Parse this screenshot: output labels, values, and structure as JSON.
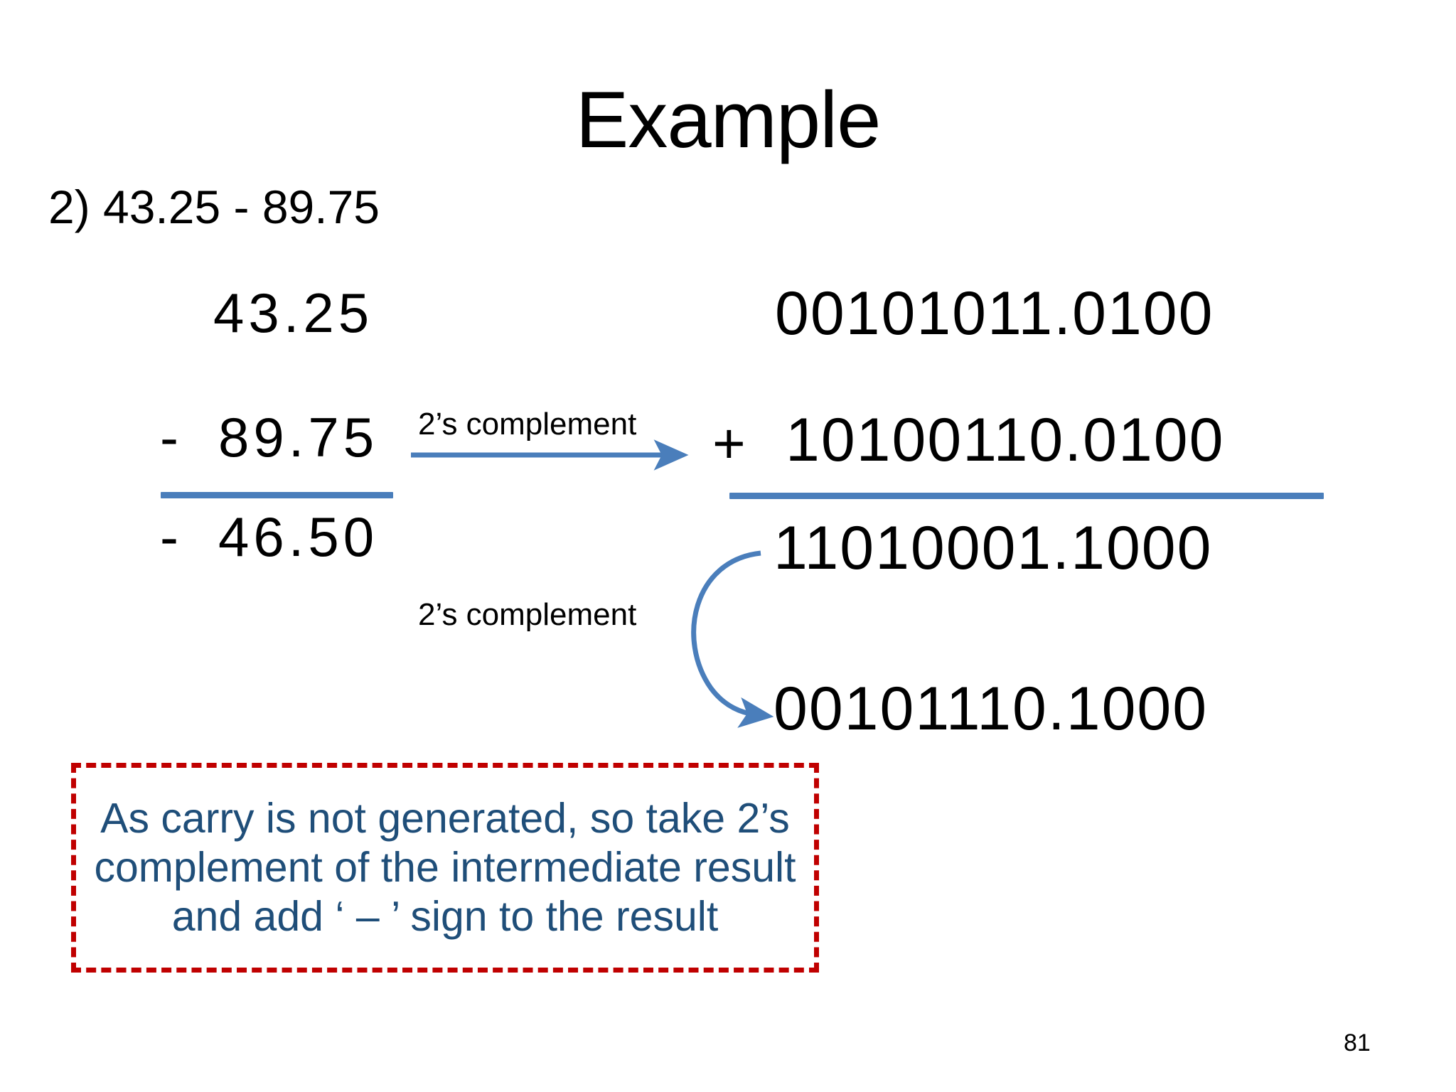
{
  "slide": {
    "title": "Example",
    "problem_statement": "2) 43.25 - 89.75",
    "page_number": "81"
  },
  "decimal_column": {
    "operand1": "43.25",
    "operand2_sign": "-",
    "operand2": "89.75",
    "result_sign": "-",
    "result": "46.50"
  },
  "binary_column": {
    "row1": "00101011.0100",
    "plus_sign": "+",
    "row2": "10100110.0100",
    "row3": "11010001.1000",
    "row4": "00101110.1000"
  },
  "annotations": {
    "twos_complement_1": "2’s complement",
    "twos_complement_2": "2’s complement",
    "straight_arrow_icon": "right-arrow-icon",
    "curved_arrow_icon": "curved-down-arrow-icon"
  },
  "note": {
    "text": "As carry is not generated, so take 2’s complement of the intermediate result and add ‘ – ’ sign to the result"
  },
  "colors": {
    "rule_blue": "#4a7ebb",
    "arrow_blue": "#4a7ebb",
    "note_border_red": "#c00000",
    "note_text_blue": "#1f4e79",
    "text_black": "#000000",
    "background": "#ffffff"
  }
}
